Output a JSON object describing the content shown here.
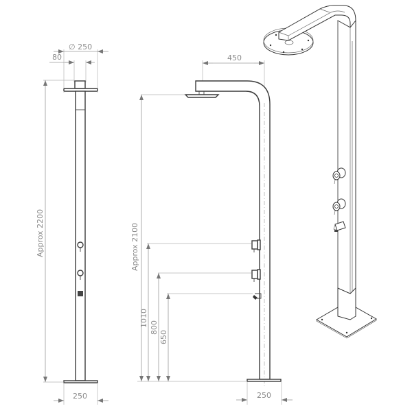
{
  "drawing": {
    "subject": "Outdoor shower column technical drawing",
    "views": [
      "front",
      "side",
      "isometric"
    ]
  },
  "front_view": {
    "shower_head_diameter": "∅ 250",
    "column_width": "80",
    "overall_height": "Approx 2200",
    "base_width": "250",
    "controls": [
      "mixer-valve-upper",
      "mixer-valve-lower",
      "foot-shower-tap"
    ]
  },
  "side_view": {
    "arm_reach": "450",
    "overall_height": "Approx 2100",
    "upper_valve_height": "1010",
    "lower_valve_height": "800",
    "foot_tap_height": "650",
    "base_width": "250"
  },
  "isometric_view": {
    "components": [
      "rain-shower-head",
      "curved-arm",
      "column",
      "mixer-valve-upper",
      "mixer-valve-lower",
      "foot-shower-tap",
      "base-plate"
    ]
  },
  "colors": {
    "outline": "#3a3a3a",
    "dimension_line": "#9a9a9a",
    "dimension_text": "#8a8a8a",
    "background": "#ffffff"
  }
}
